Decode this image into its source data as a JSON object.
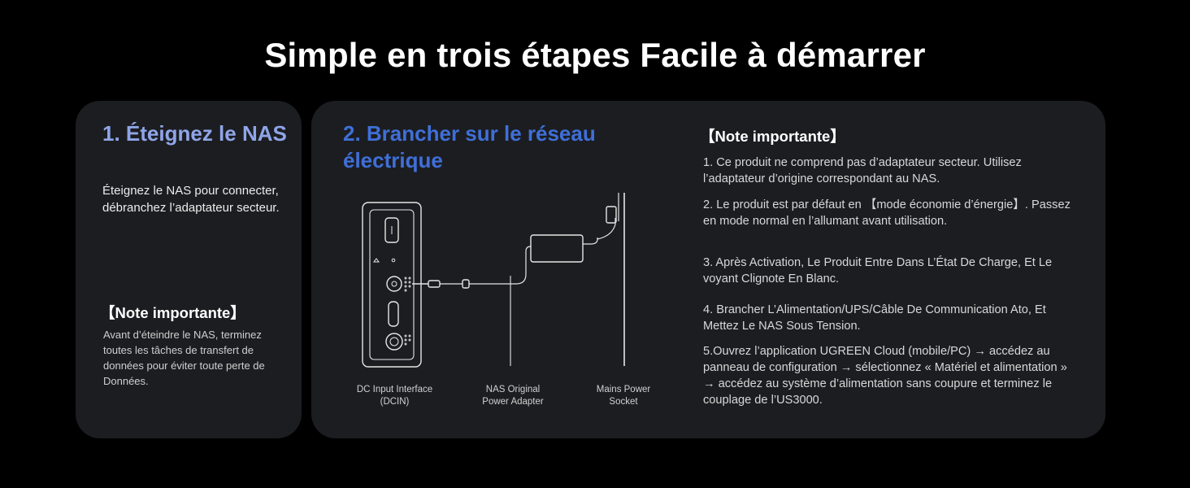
{
  "title": "Simple en trois étapes Facile à démarrer",
  "step1": {
    "title": "1. Éteignez le NAS",
    "description": "Éteignez le NAS pour connecter, débranchez l’adaptateur secteur.",
    "note_heading": "【Note importante】",
    "note_text": "Avant d’éteindre le NAS, terminez toutes les tâches de transfert de données pour éviter toute perte de Données."
  },
  "step2": {
    "title": "2. Brancher sur le réseau électrique",
    "diagram_labels": {
      "dc_input": "DC Input Interface (DCIN)",
      "adapter": "NAS Original Power Adapter",
      "socket": "Mains Power Socket"
    },
    "note_heading": "【Note importante】",
    "notes": [
      "1. Ce produit ne comprend pas d’adaptateur secteur. Utilisez l’adaptateur d’origine correspondant au NAS.",
      "2. Le produit est par défaut en 【mode économie d’énergie】. Passez en mode normal en l’allumant avant utilisation.",
      "3. Après Activation, Le Produit Entre Dans L’État De Charge, Et Le voyant Clignote En Blanc.",
      "4. Brancher L’Alimentation/UPS/Câble De Communication Ato, Et Mettez Le NAS Sous Tension.",
      "5.Ouvrez l’application UGREEN Cloud (mobile/PC) → accédez au panneau de configuration → sélectionnez « Matériel et alimentation » → accédez au système d’alimentation sans coupure et terminez le couplage de l’US3000."
    ]
  },
  "colors": {
    "background": "#000000",
    "card": "#1c1d21",
    "step1_accent": "#8fa5e8",
    "step2_accent": "#3f6fd8"
  }
}
